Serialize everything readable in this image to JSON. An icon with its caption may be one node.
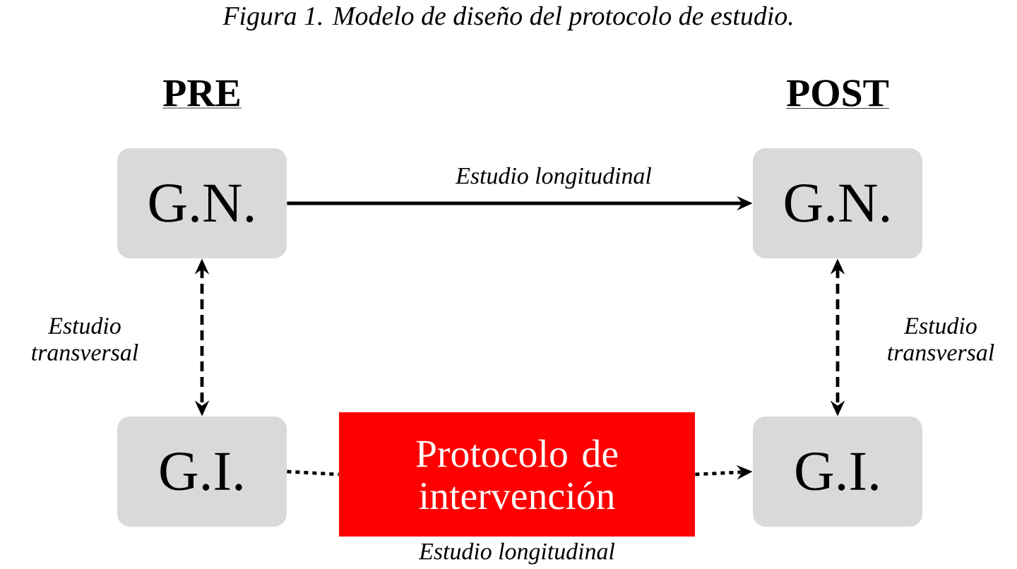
{
  "diagram": {
    "title": "Figura 1. Modelo de diseño del protocolo de estudio.",
    "nodes": [
      {
        "text": [
          "G.N."
        ]
      },
      {
        "text": [
          "G.N."
        ]
      },
      {
        "text": [
          "G.I."
        ]
      },
      {
        "text": [
          "Protocolo de intervención"
        ]
      },
      {
        "text": [
          "G.I."
        ]
      }
    ],
    "edges": [
      {
        "from": 0,
        "to": 1,
        "arrow": "to",
        "label": "Estudio longitudinal"
      },
      {
        "from": 0,
        "to": 2,
        "arrow": "both",
        "label": "Estudio transversal",
        "style": "dashed"
      },
      {
        "from": 1,
        "to": 4,
        "arrow": "both",
        "label": "Estudio transversal",
        "style": "dashed"
      },
      {
        "from": 2,
        "to": 3,
        "arrow": "none",
        "style": "dashed"
      },
      {
        "from": 3,
        "to": 4,
        "arrow": "to",
        "style": "dashed"
      }
    ],
    "labels": [
      "PRE",
      "POST",
      "Estudio longitudinal"
    ]
  }
}
